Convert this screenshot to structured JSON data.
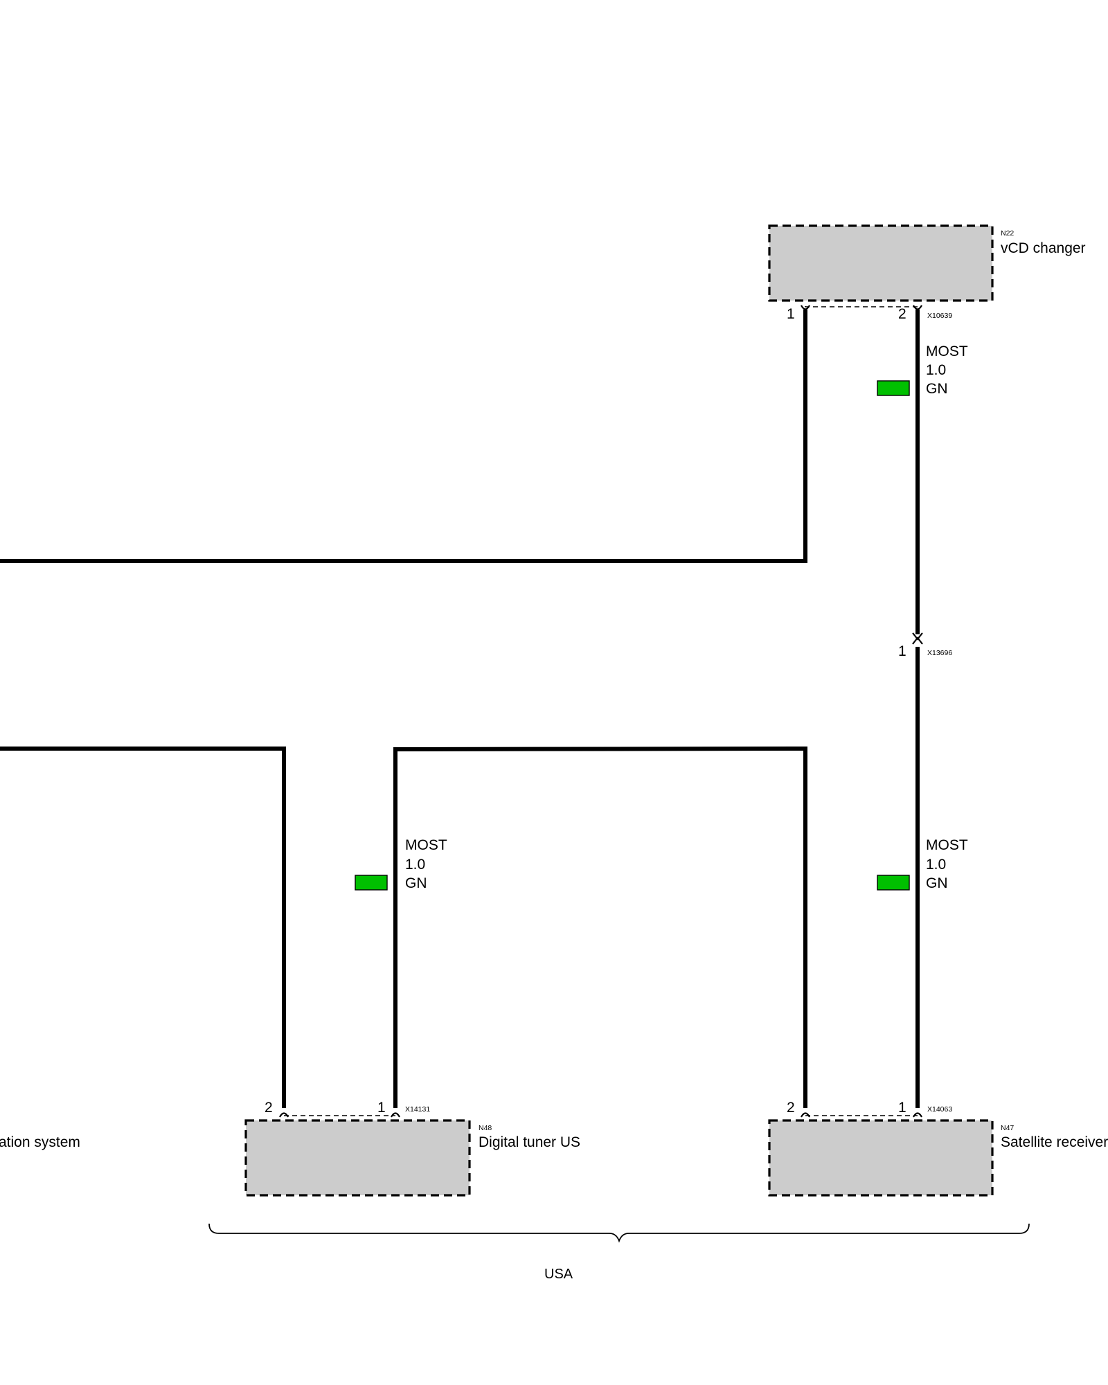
{
  "colors": {
    "wire": "#000000",
    "component_fill": "#cccccc",
    "wire_color_gn": "#00c000"
  },
  "components": {
    "n22": {
      "id": "N22",
      "name": "vCD changer",
      "connector": "X10639",
      "pins": [
        "1",
        "2"
      ]
    },
    "n48": {
      "id": "N48",
      "name": "Digital tuner US",
      "connector": "X14131",
      "pins": [
        "2",
        "1"
      ]
    },
    "n47": {
      "id": "N47",
      "name": "Satellite receiver",
      "connector": "X14063",
      "pins": [
        "2",
        "1"
      ]
    },
    "partial_left": {
      "name": "ation system"
    }
  },
  "inline_connector": {
    "id": "X13696",
    "pin": "1"
  },
  "wires": {
    "w1": {
      "line1": "MOST",
      "line2": "1.0",
      "color": "GN"
    },
    "w2": {
      "line1": "MOST",
      "line2": "1.0",
      "color": "GN"
    },
    "w3": {
      "line1": "MOST",
      "line2": "1.0",
      "color": "GN"
    }
  },
  "group": {
    "label": "USA"
  }
}
